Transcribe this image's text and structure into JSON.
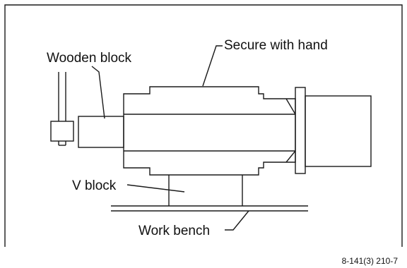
{
  "labels": {
    "wooden_block": "Wooden block",
    "secure_with_hand": "Secure with hand",
    "v_block": "V block",
    "work_bench": "Work bench"
  },
  "figure_number": "8-141(3) 210-7"
}
